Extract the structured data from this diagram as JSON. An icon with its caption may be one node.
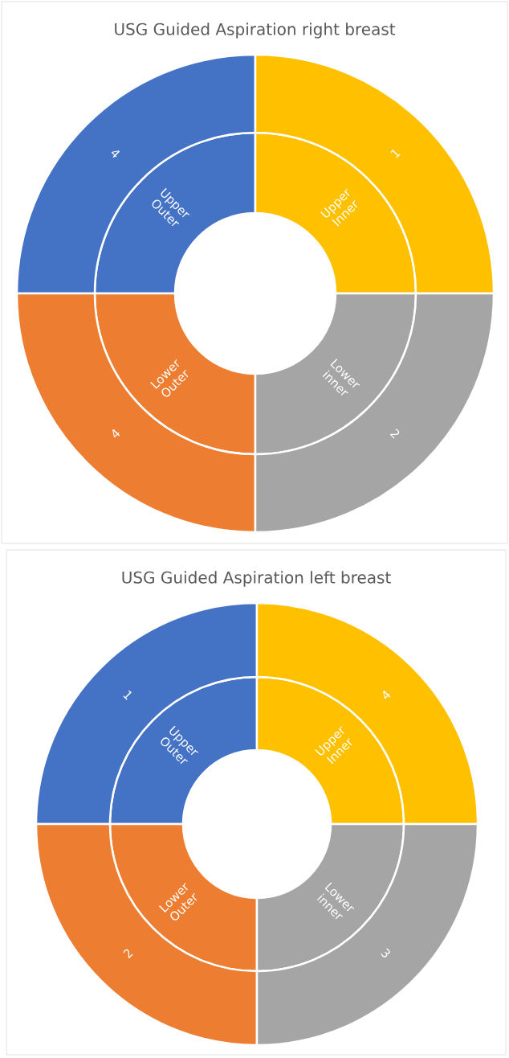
{
  "diagram": {
    "nodes": [
      {
        "text": [
          "USG Guided Aspiration right breast"
        ]
      },
      {
        "text": [
          "Upper Outer"
        ],
        "in": 0
      },
      {
        "text": [
          "Upper Inner"
        ],
        "in": 0
      },
      {
        "text": [
          "Lower Outer"
        ],
        "in": 0
      },
      {
        "text": [
          "Lower inner"
        ],
        "in": 0
      },
      {
        "text": [
          "4"
        ],
        "in": 0
      },
      {
        "text": [
          "1"
        ],
        "in": 0
      },
      {
        "text": [
          "4"
        ],
        "in": 0
      },
      {
        "text": [
          "2"
        ],
        "in": 0
      },
      {
        "text": [
          "USG Guided Aspiration left breast"
        ]
      },
      {
        "text": [
          "Upper Outer"
        ],
        "in": 9
      },
      {
        "text": [
          "Upper Inner"
        ],
        "in": 9
      },
      {
        "text": [
          "Lower Outer"
        ],
        "in": 9
      },
      {
        "text": [
          "Lower inner"
        ],
        "in": 9
      },
      {
        "text": [
          "1"
        ],
        "in": 9
      },
      {
        "text": [
          "4"
        ],
        "in": 9
      },
      {
        "text": [
          "2"
        ],
        "in": 9
      },
      {
        "text": [
          "3"
        ],
        "in": 9
      }
    ]
  }
}
